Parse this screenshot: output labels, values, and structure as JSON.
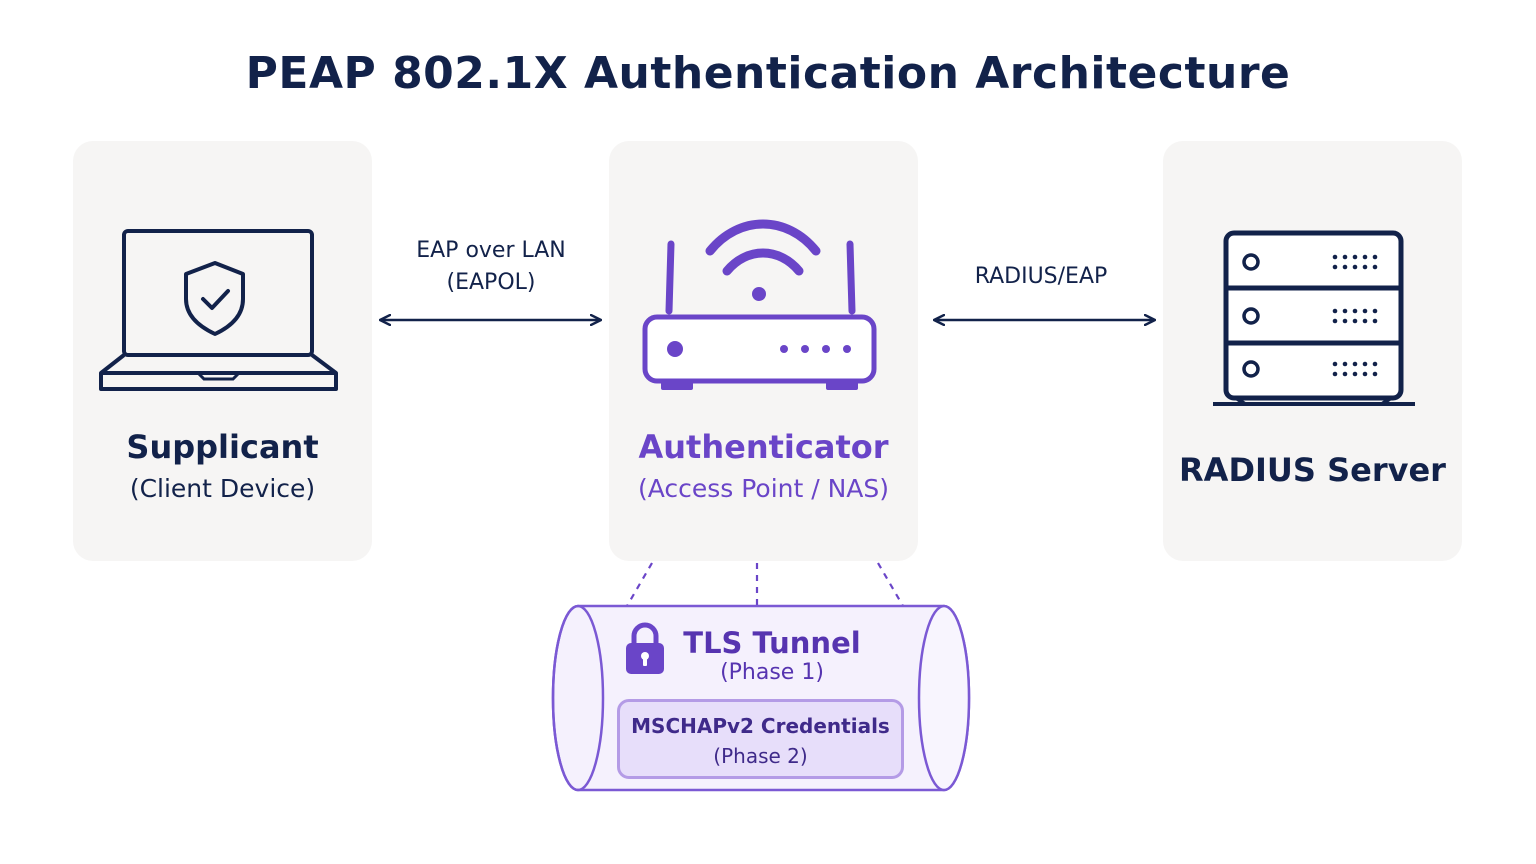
{
  "title": "PEAP 802.1X Authentication Architecture",
  "nodes": {
    "supplicant": {
      "name": "Supplicant",
      "subtitle": "(Client Device)",
      "icon": "laptop-shield-icon"
    },
    "authenticator": {
      "name": "Authenticator",
      "subtitle": "(Access Point / NAS)",
      "icon": "wifi-router-icon"
    },
    "radius": {
      "name": "RADIUS Server",
      "icon": "server-rack-icon"
    }
  },
  "edges": {
    "eapol": {
      "line1": "EAP over LAN",
      "line2": "(EAPOL)"
    },
    "radius": {
      "label": "RADIUS/EAP"
    }
  },
  "tunnel": {
    "title": "TLS Tunnel",
    "subtitle": "(Phase 1)",
    "icon": "lock-icon",
    "inner": {
      "title": "MSCHAPv2 Credentials",
      "subtitle": "(Phase 2)"
    }
  },
  "colors": {
    "navy": "#12224a",
    "purple": "#6a45c8",
    "panel": "#f6f5f4",
    "tunnel_fill": "#f5f1fd",
    "inner_fill": "#e7defa"
  }
}
